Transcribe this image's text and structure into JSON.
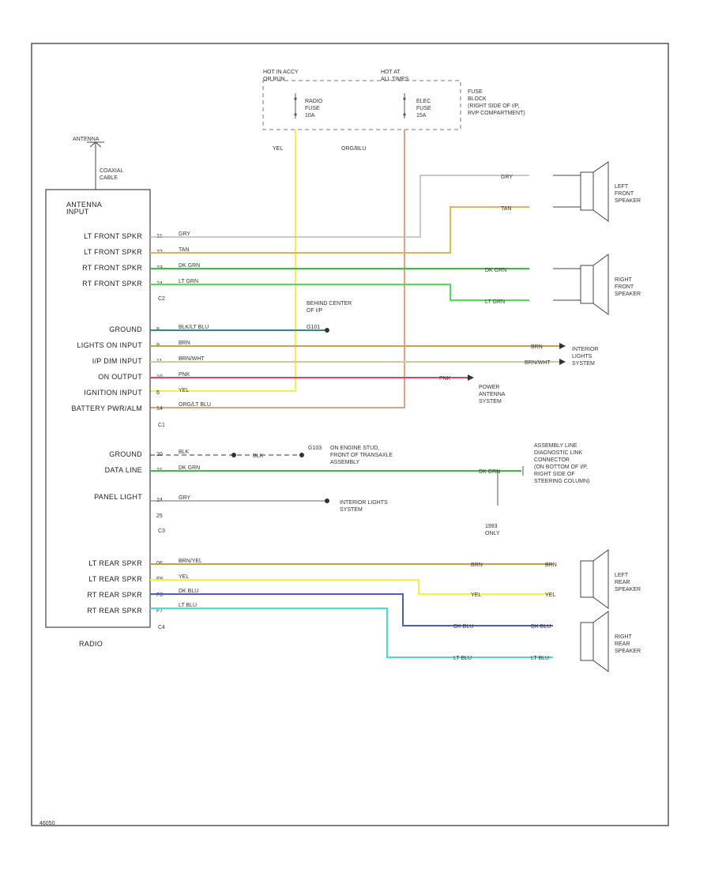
{
  "fuse_block": {
    "hot1": "HOT IN ACCY\nOR RUN",
    "hot2": "HOT AT\nALL TIMES",
    "radio_fuse": "RADIO\nFUSE\n10A",
    "elec_fuse": "ELEC\nFUSE\n15A",
    "label": "FUSE\nBLOCK\n(RIGHT SIDE OF I/P,\nRVP COMPARTMENT)"
  },
  "feed_wires": {
    "yel": "YEL",
    "orgbl": "ORG/BLU"
  },
  "antenna": {
    "label": "ANTENNA",
    "cable": "COAXIAL\nCABLE"
  },
  "radio": {
    "name": "RADIO",
    "antenna_input": "ANTENNA\nINPUT",
    "groups": [
      {
        "connector": "C2",
        "pins": [
          {
            "label": "LT FRONT SPKR",
            "pin": "21",
            "wire": "GRY"
          },
          {
            "label": "LT FRONT SPKR",
            "pin": "22",
            "wire": "TAN"
          },
          {
            "label": "RT FRONT SPKR",
            "pin": "23",
            "wire": "DK GRN"
          },
          {
            "label": "RT FRONT SPKR",
            "pin": "24",
            "wire": "LT GRN"
          }
        ]
      },
      {
        "connector": "C1",
        "pins": [
          {
            "label": "GROUND",
            "pin": "8",
            "wire": "BLK/LT BLU"
          },
          {
            "label": "LIGHTS ON INPUT",
            "pin": "9",
            "wire": "BRN"
          },
          {
            "label": "I/P DIM INPUT",
            "pin": "11",
            "wire": "BRN/WHT"
          },
          {
            "label": "ON OUTPUT",
            "pin": "10",
            "wire": "PNK"
          },
          {
            "label": "IGNITION INPUT",
            "pin": "6",
            "wire": "YEL"
          },
          {
            "label": "BATTERY PWR/ALM",
            "pin": "14",
            "wire": "ORG/LT BLU"
          }
        ]
      },
      {
        "connector": "C3",
        "pins": [
          {
            "label": "GROUND",
            "pin": "20",
            "wire": "BLK"
          },
          {
            "label": "DATA LINE",
            "pin": "21",
            "wire": "DK GRN"
          },
          {
            "label": "PANEL LIGHT",
            "pin": "24",
            "wire": "GRY"
          },
          {
            "label": "",
            "pin": "25",
            "wire": ""
          }
        ]
      },
      {
        "connector": "C4",
        "pins": [
          {
            "label": "LT REAR SPKR",
            "pin": "06",
            "wire": "BRN/YEL"
          },
          {
            "label": "LT REAR SPKR",
            "pin": "F8",
            "wire": "YEL"
          },
          {
            "label": "RT REAR SPKR",
            "pin": "F6",
            "wire": "DK BLU"
          },
          {
            "label": "RT REAR SPKR",
            "pin": "F7",
            "wire": "LT BLU"
          }
        ]
      }
    ]
  },
  "destinations": {
    "left_front": "LEFT\nFRONT\nSPEAKER",
    "right_front": "RIGHT\nFRONT\nSPEAKER",
    "left_rear": "LEFT\nREAR\nSPEAKER",
    "right_rear": "RIGHT\nREAR\nSPEAKER",
    "ground_behind": "BEHIND CENTER\nOF I/P",
    "ground_g101": "G101",
    "interior_lights": "INTERIOR\nLIGHTS\nSYSTEM",
    "power_antenna": "POWER\nANTENNA\nSYSTEM",
    "engine_ground": "ON ENGINE STUD,\nFRONT OF TRANSAXLE\nASSEMBLY",
    "engine_ground_id": "G103",
    "aldl": "ASSEMBLY LINE\nDIAGNOSTIC LINK\nCONNECTOR\n(ON BOTTOM OF I/P,\nRIGHT SIDE OF\nSTEERING COLUMN)",
    "interior_lights2": "INTERIOR LIGHTS\nSYSTEM",
    "year_only": "1993\nONLY"
  },
  "speaker_wire_labels": {
    "lf_gry": "GRY",
    "lf_tan": "TAN",
    "rf_dkgrn": "DK GRN",
    "rf_ltgrn": "LT GRN",
    "lr_brn": "BRN",
    "lr_yel": "YEL",
    "rr_dkblu": "DK BLU",
    "rr_ltblu": "LT BLU",
    "brn_right": "BRN",
    "brnwht_right": "BRN/WHT",
    "pnk_right": "PNK",
    "dkgrn_c3": "DK GRN",
    "blk_c3": "BLK"
  },
  "colors": {
    "GRY": "#b8b8b8",
    "TAN": "#e6b34f",
    "DK_GRN": "#36c436",
    "LT_GRN": "#4fe04f",
    "BLK_LT_BLU": "#2e8b8b",
    "BRN": "#c9a15a",
    "BRN_WHT": "#d9c79b",
    "PNK": "#ef3d62",
    "YEL": "#f5f04a",
    "ORG_LT_BLU": "#d2845a",
    "BLK": "#333333",
    "BRN_YEL": "#c8a040",
    "DK_BLU": "#4a5ec9",
    "LT_BLU": "#45dcdc"
  },
  "footer_id": "46050"
}
